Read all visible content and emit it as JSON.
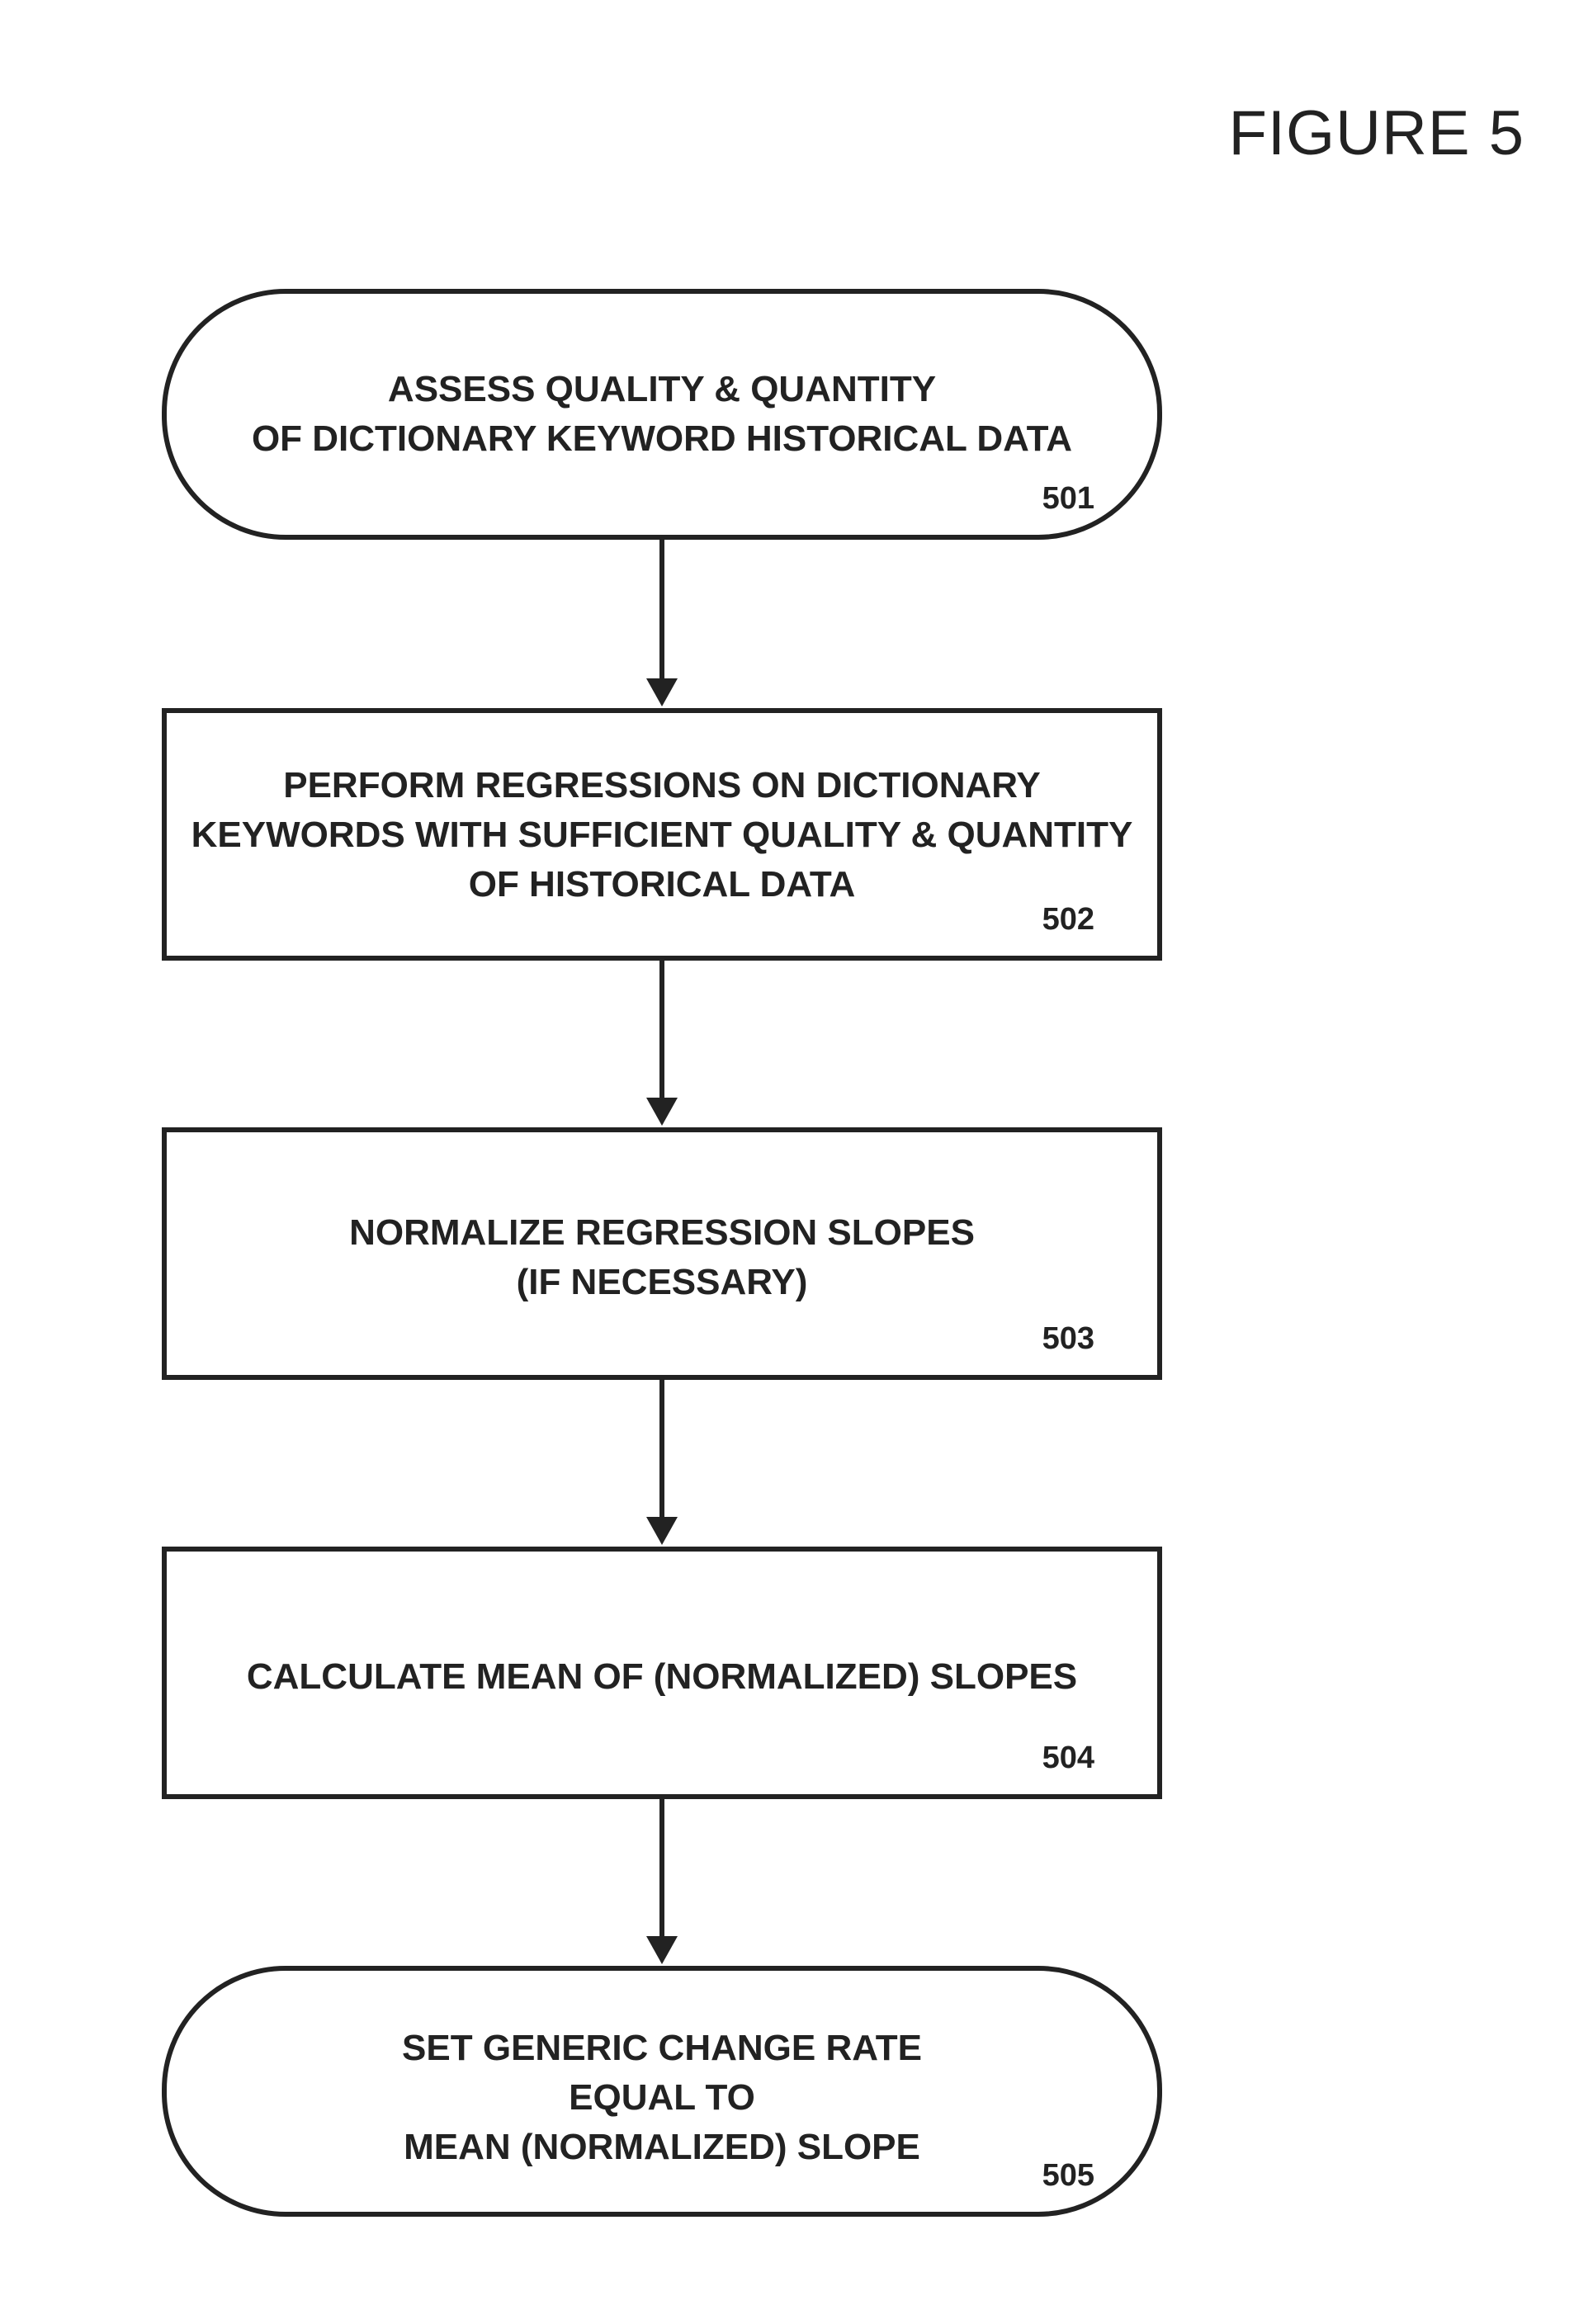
{
  "figure_label": "FIGURE 5",
  "nodes": [
    {
      "ref": "501",
      "shape": "terminal",
      "text": "ASSESS QUALITY & QUANTITY\nOF DICTIONARY KEYWORD HISTORICAL DATA"
    },
    {
      "ref": "502",
      "shape": "process",
      "text": "PERFORM REGRESSIONS ON DICTIONARY\nKEYWORDS WITH SUFFICIENT QUALITY & QUANTITY\nOF HISTORICAL DATA"
    },
    {
      "ref": "503",
      "shape": "process",
      "text": "NORMALIZE REGRESSION SLOPES\n(IF NECESSARY)"
    },
    {
      "ref": "504",
      "shape": "process",
      "text": "CALCULATE MEAN OF (NORMALIZED) SLOPES"
    },
    {
      "ref": "505",
      "shape": "terminal",
      "text": "SET GENERIC CHANGE RATE\nEQUAL TO\nMEAN (NORMALIZED) SLOPE"
    }
  ],
  "edges": [
    {
      "from": "501",
      "to": "502"
    },
    {
      "from": "502",
      "to": "503"
    },
    {
      "from": "503",
      "to": "504"
    },
    {
      "from": "504",
      "to": "505"
    }
  ]
}
